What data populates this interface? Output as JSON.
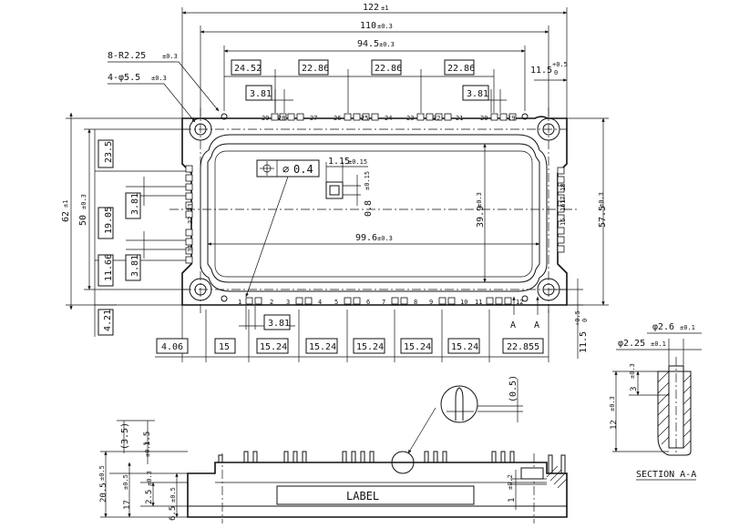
{
  "top_view": {
    "dims": {
      "overall_width": "122",
      "overall_width_tol": "±1",
      "hole_pitch": "110",
      "hole_pitch_tol": "±0.3",
      "pin_span": "94.5",
      "pin_span_tol": "±0.3",
      "corner_radius": "8-R2.25",
      "corner_radius_tol": "±0.3",
      "mount_hole": "4-φ5.5",
      "mount_hole_tol": "±0.3",
      "edge_offset": "11.5",
      "edge_offset_tol_up": "+0.5",
      "edge_offset_tol_dn": "0",
      "top_seg_1": "24.52",
      "top_seg_2": "22.86",
      "top_seg_3": "22.86",
      "top_seg_4": "22.86",
      "pitch_left": "3.81",
      "pitch_right": "3.81",
      "overall_height": "62",
      "overall_height_tol": "±1",
      "hole_pitch_v": "50",
      "hole_pitch_v_tol": "±0.3",
      "left_v_1": "23.5",
      "left_v_2": "3.81",
      "left_v_3": "19.05",
      "left_v_4": "3.81",
      "left_v_5": "11.66",
      "left_v_6": "4.21",
      "inner_width": "99.6",
      "inner_width_tol": "±0.3",
      "inner_height": "39.9",
      "inner_height_tol": "±0.3",
      "right_height": "57.5",
      "right_height_tol": "±0.3",
      "pin_size_w": "1.15",
      "pin_size_w_tol": "±0.15",
      "pin_size_t": "0.8",
      "pin_size_t_tol": "±0.15",
      "position_tol": "0.4",
      "bottom_offset": "11.5",
      "bottom_offset_tol_up": "+0.5",
      "bottom_offset_tol_dn": "0",
      "bottom_pitch": "3.81",
      "bottom_seg_1": "4.06",
      "bottom_seg_2": "15",
      "bottom_seg_3": "15.24",
      "bottom_seg_4": "15.24",
      "bottom_seg_5": "15.24",
      "bottom_seg_6": "15.24",
      "bottom_seg_7": "15.24",
      "bottom_seg_8": "22.855",
      "section_mark": "A"
    },
    "pin_labels_top": [
      "29",
      "28",
      "27",
      "26",
      "25",
      "24",
      "23",
      "22",
      "21",
      "20",
      "19"
    ],
    "pin_labels_right": [
      "18",
      "17",
      "16",
      "15"
    ],
    "pin_labels_left": [
      "33",
      "32",
      "31"
    ],
    "pin_labels_bottom": [
      "1",
      "2",
      "3",
      "4",
      "5",
      "6",
      "7",
      "8",
      "9",
      "10",
      "11",
      "12"
    ]
  },
  "side_view": {
    "dims": {
      "pin_tip": "(3.5)",
      "top_ref": "1.5",
      "top_ref_tol": "±0.3",
      "total_height": "20.5",
      "total_height_tol": "±0.5",
      "body_height": "17",
      "body_height_tol": "±0.5",
      "level_1": "2.5",
      "level_1_tol": "±0.3",
      "level_2": "6.5",
      "level_2_tol": "±0.5",
      "step": "1",
      "step_tol": "±0.2",
      "detail": "(0.5)"
    },
    "label_text": "LABEL"
  },
  "section_view": {
    "dims": {
      "outer_dia": "φ2.6",
      "outer_dia_tol": "±0.1",
      "inner_dia": "φ2.25",
      "inner_dia_tol": "±0.1",
      "depth": "3",
      "depth_tol": "±0.3",
      "length": "12",
      "length_tol": "±0.3"
    },
    "title": "SECTION A-A"
  }
}
